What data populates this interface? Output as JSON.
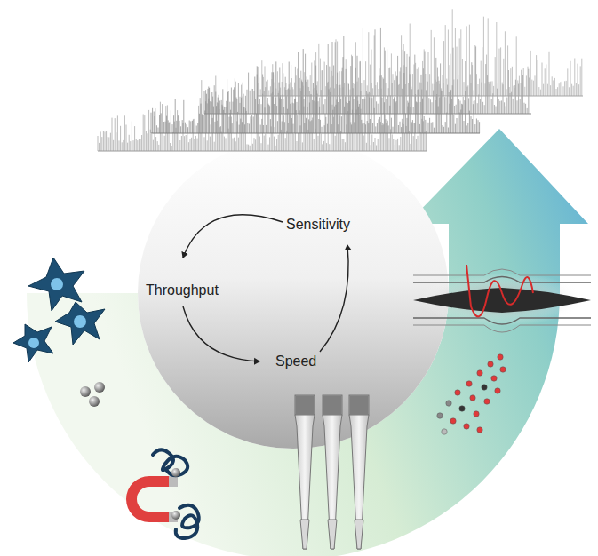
{
  "diagram": {
    "labels": [
      "Throughput",
      "Speed",
      "Sensitivity"
    ]
  }
}
